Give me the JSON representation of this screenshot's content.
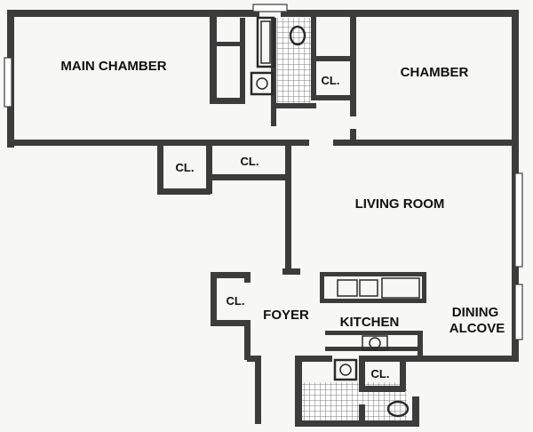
{
  "rooms": {
    "main_chamber": "MAIN CHAMBER",
    "chamber": "CHAMBER",
    "living_room": "LIVING ROOM",
    "dining_alcove_1": "DINING",
    "dining_alcove_2": "ALCOVE",
    "foyer": "FOYER",
    "kitchen": "KITCHEN",
    "closet_bath": "CL.",
    "closet_hall_left": "CL.",
    "closet_hall_right": "CL.",
    "closet_foyer": "CL.",
    "closet_bath2": "CL."
  },
  "colors": {
    "wall": "#3c3c3c",
    "background": "#f7f7f5",
    "tile_line": "#555555"
  }
}
